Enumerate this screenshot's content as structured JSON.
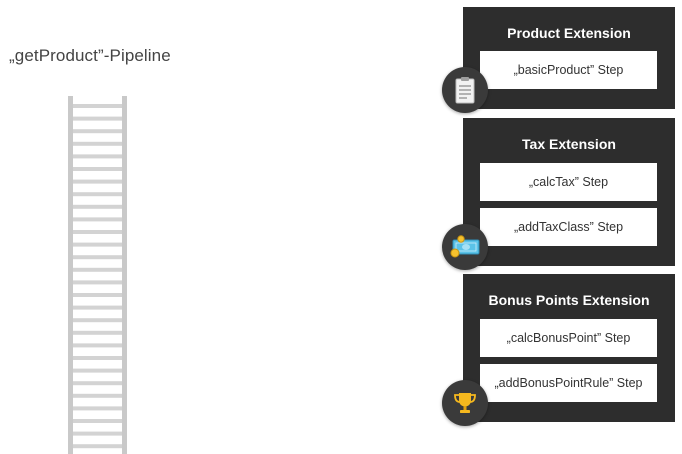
{
  "pipeline": {
    "title": "„getProduct”-Pipeline"
  },
  "extensions": [
    {
      "title": "Product Extension",
      "icon": "clipboard-icon",
      "steps": [
        "„basicProduct” Step"
      ]
    },
    {
      "title": "Tax Extension",
      "icon": "money-bill-icon",
      "steps": [
        "„calcTax” Step",
        "„addTaxClass” Step"
      ]
    },
    {
      "title": "Bonus Points Extension",
      "icon": "trophy-icon",
      "steps": [
        "„calcBonusPoint” Step",
        "„addBonusPointRule” Step"
      ]
    }
  ],
  "colors": {
    "box": "#2d2d2d",
    "ladder": "#c9c9c9",
    "icon_bg": "#3a3a3a"
  }
}
